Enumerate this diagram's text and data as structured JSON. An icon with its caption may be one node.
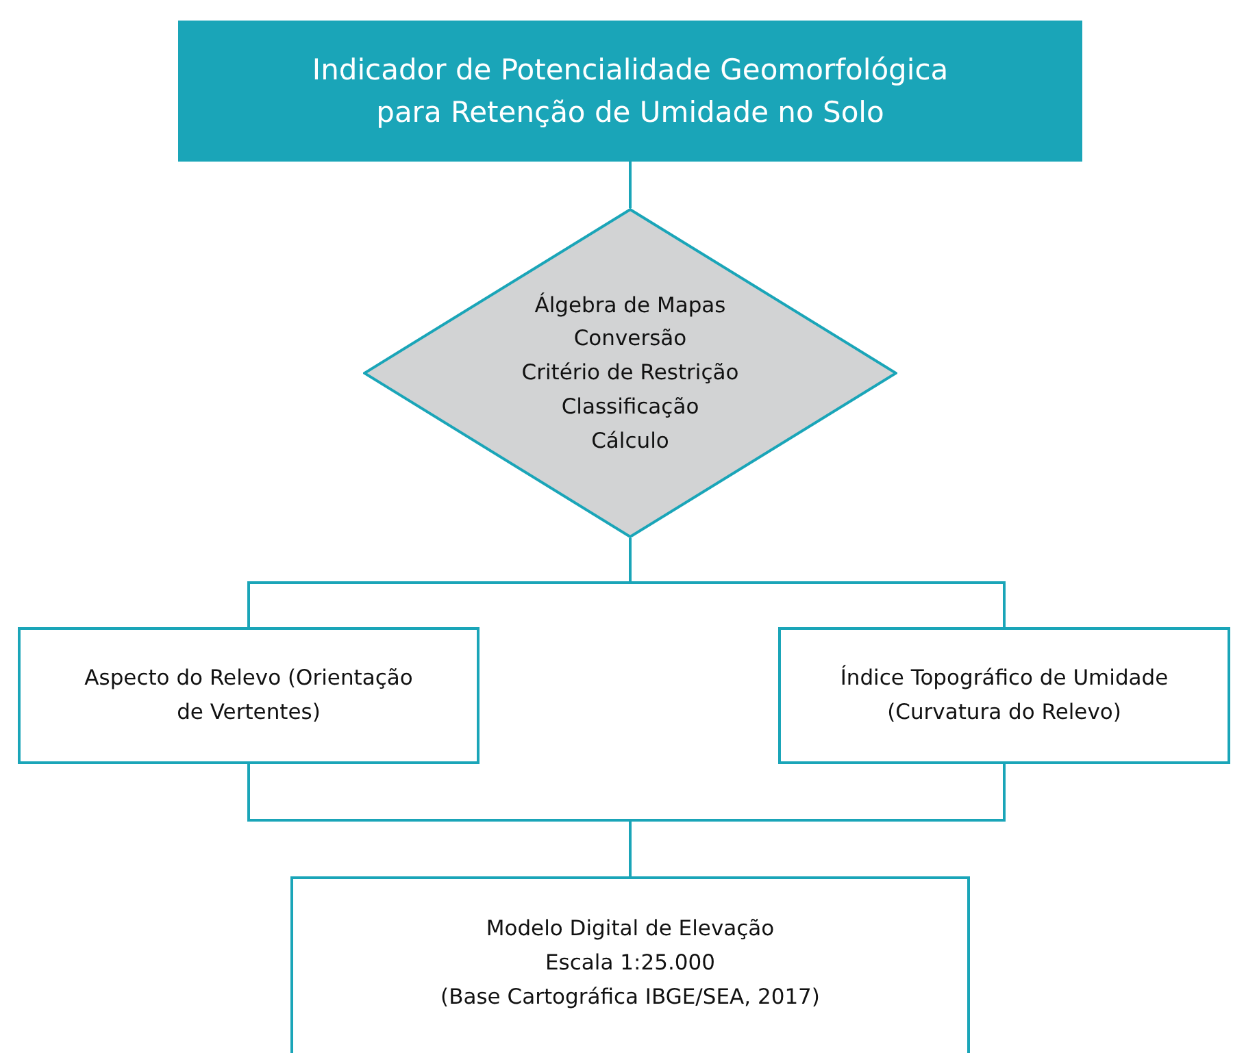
{
  "diagram": {
    "nodes": [
      {
        "text": [
          "Indicador de Potencialidade Geomorfológica para Retenção de Umidade no Solo"
        ]
      },
      {
        "text": [
          "Álgebra de Mapas",
          "Conversão",
          "Critério de Restrição",
          "Classificação",
          "Cálculo"
        ]
      },
      {
        "text": [
          "Aspecto do Relevo (Orientação de Vertentes)"
        ]
      },
      {
        "text": [
          "Índice Topográfico de Umidade (Curvatura do Relevo)"
        ]
      },
      {
        "text": [
          "Modelo Digital de Elevação",
          "Escala 1:25.000",
          "(Base Cartográfica IBGE/SEA, 2017)"
        ]
      }
    ],
    "edges": [
      {
        "from": 0,
        "to": 1,
        "arrow": "none"
      },
      {
        "from": 1,
        "to": 2,
        "arrow": "none"
      },
      {
        "from": 1,
        "to": 3,
        "arrow": "none"
      },
      {
        "from": 2,
        "to": 4,
        "arrow": "none"
      },
      {
        "from": 3,
        "to": 4,
        "arrow": "none"
      }
    ]
  }
}
